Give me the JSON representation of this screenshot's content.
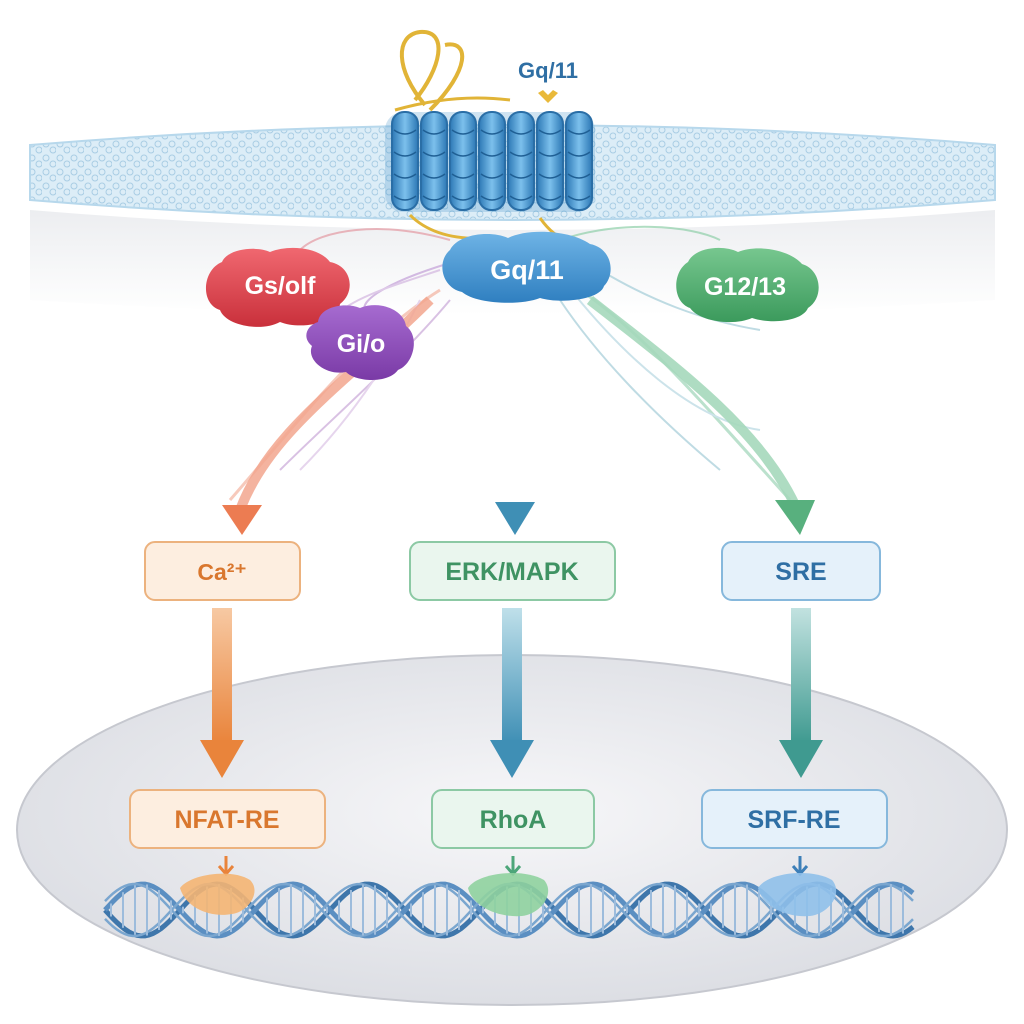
{
  "receptor_label": "Gq/11",
  "g_proteins": {
    "gs": "Gs/olf",
    "gi": "Gi/o",
    "gq": "Gq/11",
    "g12": "G12/13"
  },
  "second_messengers": {
    "left": "Ca²⁺",
    "center": "ERK/MAPK",
    "right": "SRE"
  },
  "response_elements": {
    "left": "NFAT-RE",
    "center": "RhoA",
    "right": "SRF-RE"
  },
  "colors": {
    "membrane": "#cfe6f3",
    "receptor": "#3f8fc8",
    "gs": "#e0414c",
    "gi": "#8c4bb8",
    "gq": "#3d8fd0",
    "g12": "#4aa86a",
    "orange": "#e9843b",
    "green": "#4da67a",
    "blue": "#3d7fb8",
    "nucleus": "#e9eaee",
    "dna": "#4c7fb0"
  }
}
